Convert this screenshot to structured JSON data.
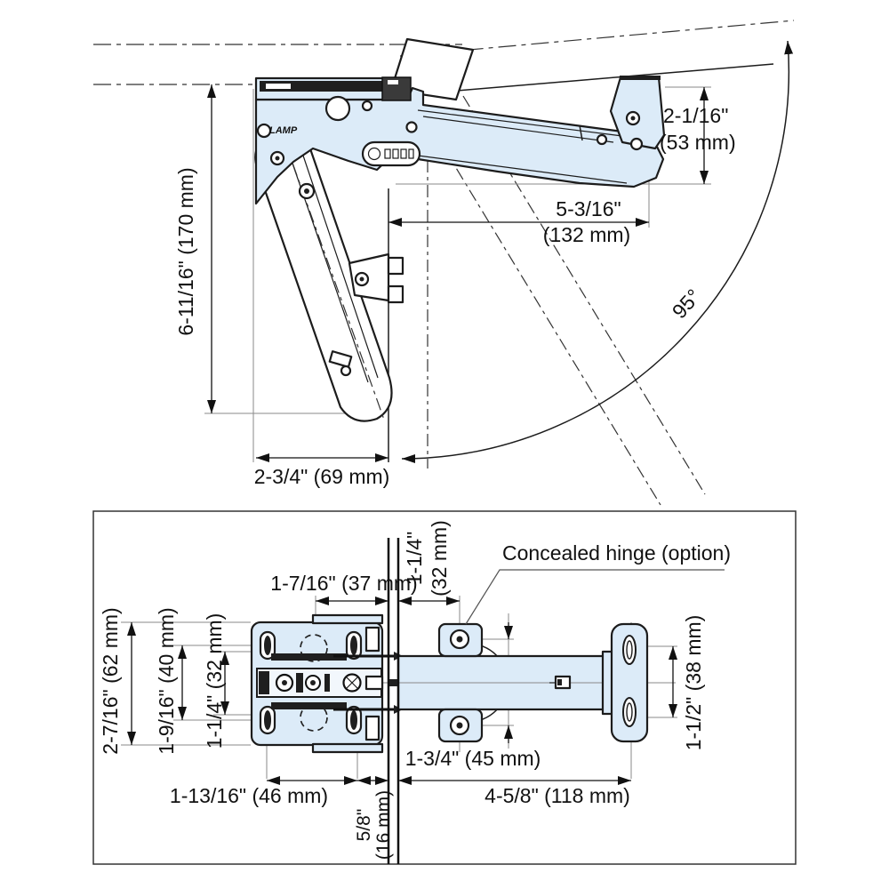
{
  "drawing": {
    "brand_label": "LAMP",
    "top_view": {
      "dim_height": "6-11/16\" (170 mm)",
      "dim_door_line1": "2-1/16\"",
      "dim_door_line2": "(53 mm)",
      "dim_depth_line1": "5-3/16\"",
      "dim_depth_line2": "(132 mm)",
      "dim_body": "2-3/4\" (69 mm)",
      "opening_angle": "95°"
    },
    "bottom_view": {
      "annotation": "Concealed hinge (option)",
      "dim_top_left": "1-7/16\" (37 mm)",
      "dim_top_right_line1": "1-1/4\"",
      "dim_top_right_line2": "(32 mm)",
      "dim_left_outer": "2-7/16\" (62 mm)",
      "dim_left_mid": "1-9/16\" (40 mm)",
      "dim_left_inner": "1-1/4\" (32 mm)",
      "dim_hinge_spacing": "1-3/4\" (45 mm)",
      "dim_right": "1-1/2\" (38 mm)",
      "dim_bottom_left": "1-13/16\" (46 mm)",
      "dim_panel_line1": "5/8\"",
      "dim_panel_line2": "(16 mm)",
      "dim_bottom_right": "4-5/8\" (118 mm)"
    }
  }
}
